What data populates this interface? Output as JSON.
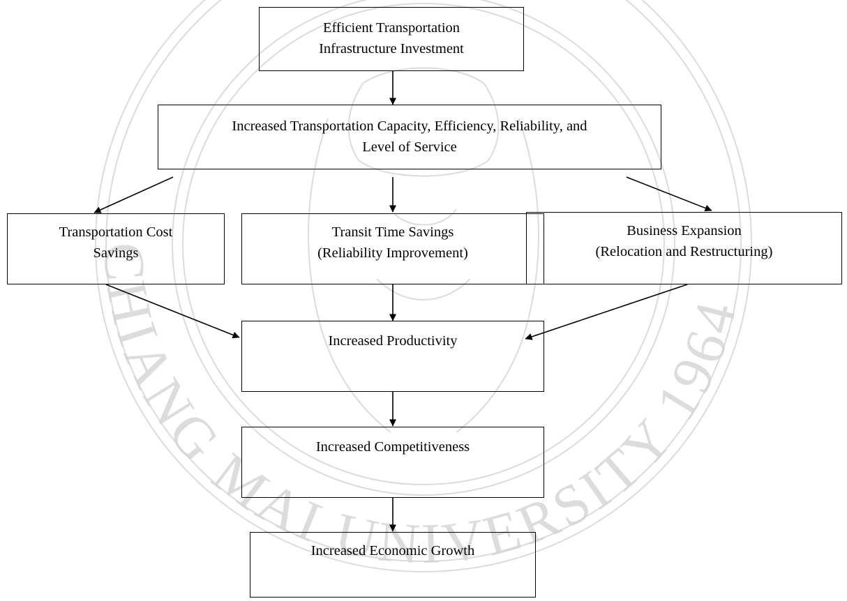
{
  "diagram": {
    "nodes": [
      {
        "id": "investment",
        "lines": [
          "Efficient Transportation",
          "Infrastructure Investment"
        ]
      },
      {
        "id": "capacity",
        "lines": [
          "Increased Transportation Capacity, Efficiency, Reliability, and",
          "Level of Service"
        ]
      },
      {
        "id": "cost-savings",
        "lines": [
          "Transportation Cost",
          "Savings"
        ]
      },
      {
        "id": "time-savings",
        "lines": [
          "Transit Time Savings",
          "(Reliability Improvement)"
        ]
      },
      {
        "id": "business-expansion",
        "lines": [
          "Business Expansion",
          "(Relocation and Restructuring)"
        ]
      },
      {
        "id": "productivity",
        "lines": [
          "Increased Productivity"
        ]
      },
      {
        "id": "competitiveness",
        "lines": [
          "Increased Competitiveness"
        ]
      },
      {
        "id": "economic-growth",
        "lines": [
          "Increased Economic Growth"
        ]
      }
    ],
    "edges": [
      {
        "from": "investment",
        "to": "capacity"
      },
      {
        "from": "capacity",
        "to": "cost-savings"
      },
      {
        "from": "capacity",
        "to": "time-savings"
      },
      {
        "from": "capacity",
        "to": "business-expansion"
      },
      {
        "from": "cost-savings",
        "to": "productivity"
      },
      {
        "from": "time-savings",
        "to": "productivity"
      },
      {
        "from": "business-expansion",
        "to": "productivity"
      },
      {
        "from": "productivity",
        "to": "competitiveness"
      },
      {
        "from": "competitiveness",
        "to": "economic-growth"
      }
    ]
  },
  "watermark": {
    "text_top": "",
    "text_bottom": "CHIANG MAI UNIVERSITY 1964",
    "color": "#c9c9c9"
  },
  "colors": {
    "line": "#000000",
    "background": "#ffffff"
  }
}
